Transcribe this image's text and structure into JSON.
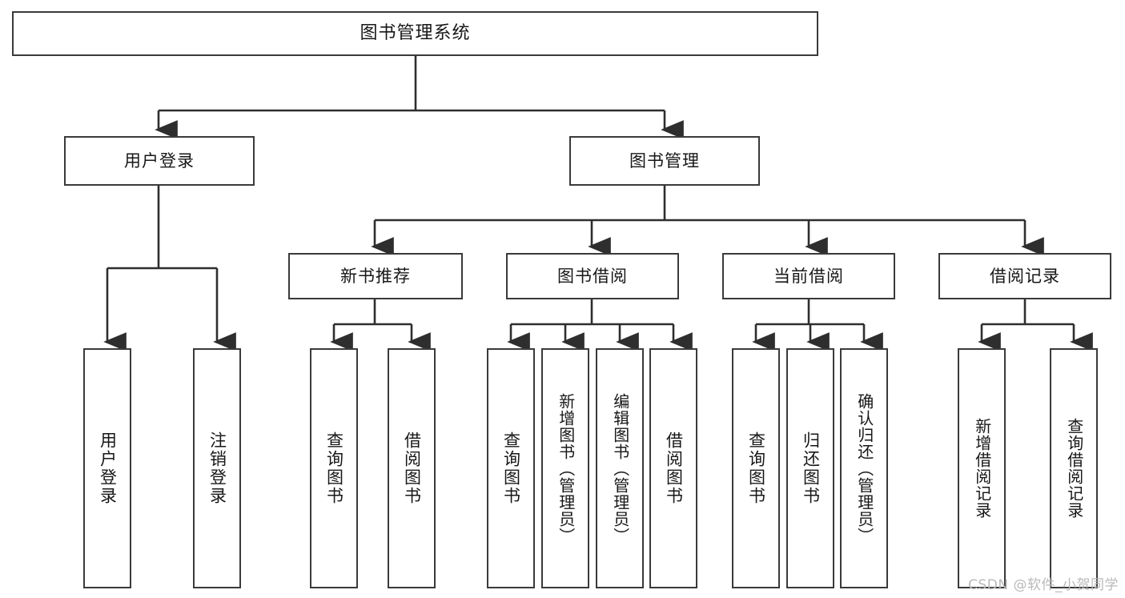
{
  "diagram": {
    "title": "图书管理系统",
    "type": "tree-hierarchy",
    "root": {
      "label": "图书管理系统"
    },
    "level2": [
      {
        "label": "用户登录"
      },
      {
        "label": "图书管理"
      }
    ],
    "level3": [
      {
        "label": "新书推荐"
      },
      {
        "label": "图书借阅"
      },
      {
        "label": "当前借阅"
      },
      {
        "label": "借阅记录"
      }
    ],
    "leaves": {
      "user_login": [
        {
          "label": "用户登录"
        },
        {
          "label": "注销登录"
        }
      ],
      "new_book_recommend": [
        {
          "label": "查询图书"
        },
        {
          "label": "借阅图书"
        }
      ],
      "book_borrow": [
        {
          "label": "查询图书"
        },
        {
          "label": "新增图书（管理员）"
        },
        {
          "label": "编辑图书（管理员）"
        },
        {
          "label": "借阅图书"
        }
      ],
      "current_borrow": [
        {
          "label": "查询图书"
        },
        {
          "label": "归还图书"
        },
        {
          "label": "确认归还（管理员）"
        }
      ],
      "borrow_record": [
        {
          "label": "新增借阅记录"
        },
        {
          "label": "查询借阅记录"
        }
      ]
    }
  },
  "watermark": {
    "text": "CSDN @软件_小贺同学"
  },
  "colors": {
    "stroke": "#3a3a3a",
    "text": "#171717",
    "background": "#ffffff",
    "watermark": "#b9b9b9"
  }
}
